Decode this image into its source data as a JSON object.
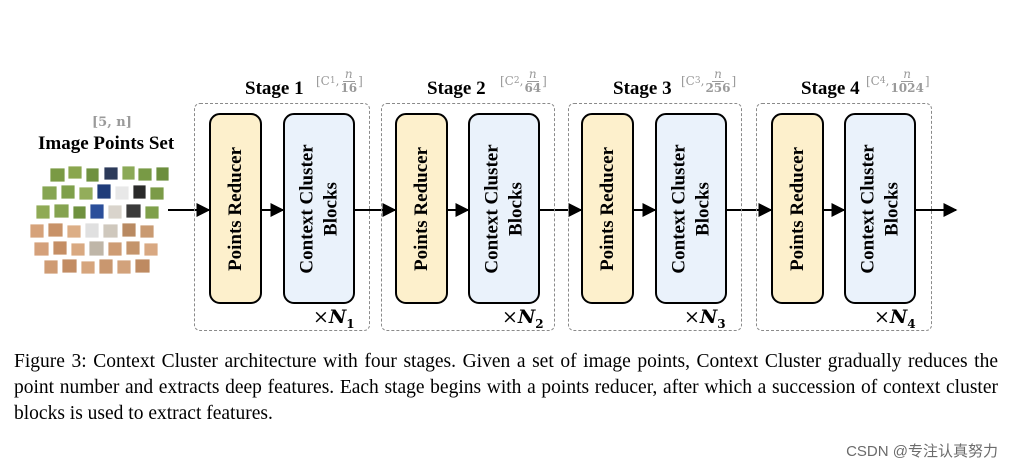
{
  "input": {
    "shape_label": "[5, n]",
    "title": "Image Points Set"
  },
  "stages": [
    {
      "title": "Stage 1",
      "dim_prefix": "[C",
      "dim_sub": "1",
      "dim_num": "n",
      "dim_den": "16",
      "dim_close": "]",
      "reducer_label": "Points Reducer",
      "cluster_label": "Context Cluster Blocks",
      "repeat_prefix": "×",
      "repeat_var": "N",
      "repeat_sub": "1"
    },
    {
      "title": "Stage 2",
      "dim_prefix": "[C",
      "dim_sub": "2",
      "dim_num": "n",
      "dim_den": "64",
      "dim_close": "]",
      "reducer_label": "Points Reducer",
      "cluster_label": "Context Cluster Blocks",
      "repeat_prefix": "×",
      "repeat_var": "N",
      "repeat_sub": "2"
    },
    {
      "title": "Stage 3",
      "dim_prefix": "[C",
      "dim_sub": "3",
      "dim_num": "n",
      "dim_den": "256",
      "dim_close": "]",
      "reducer_label": "Points Reducer",
      "cluster_label": "Context Cluster Blocks",
      "repeat_prefix": "×",
      "repeat_var": "N",
      "repeat_sub": "3"
    },
    {
      "title": "Stage 4",
      "dim_prefix": "[C",
      "dim_sub": "4",
      "dim_num": "n",
      "dim_den": "1024",
      "dim_close": "]",
      "reducer_label": "Points Reducer",
      "cluster_label": "Context Cluster Blocks",
      "repeat_prefix": "×",
      "repeat_var": "N",
      "repeat_sub": "4"
    }
  ],
  "caption": "Figure 3: Context Cluster architecture with four stages. Given a set of image points, Context Cluster gradually reduces the point number and extracts deep features. Each stage begins with a points reducer, after which a succession of context cluster blocks is used to extract features.",
  "watermark": "CSDN @专注认真努力",
  "colors": {
    "reducer_fill": "#fdf0cc",
    "cluster_fill": "#eaf2fb",
    "dashed_border": "#8a8a8a",
    "dim_text": "#9a9a9a"
  }
}
